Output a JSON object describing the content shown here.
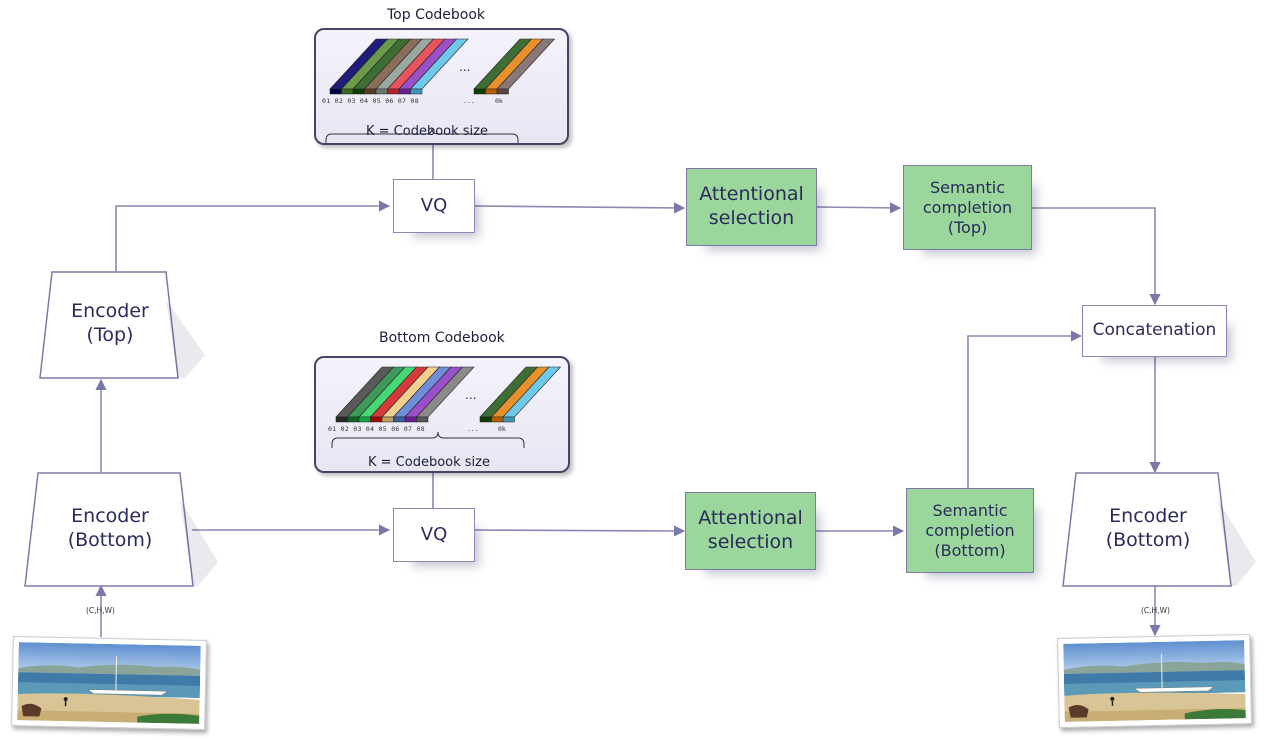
{
  "codebooks": {
    "top": {
      "title": "Top Codebook",
      "size_label": "K = Codebook size",
      "ids": "01 02 03 04 05 06 07 08",
      "ellipsis": "...",
      "gap_dots": "...",
      "last_id": "0k",
      "colors": [
        "#1f1c7a",
        "#6a9a4a",
        "#3e6e34",
        "#8a6e5a",
        "#9aa8a0",
        "#e8545e",
        "#9a50c8",
        "#6ec8ea"
      ],
      "last_colors": [
        "#3e6e34",
        "#e8902c",
        "#8a7878"
      ]
    },
    "bottom": {
      "title": "Bottom Codebook",
      "size_label": "K = Codebook size",
      "ids": "01 02 03 04 05 06 07 08",
      "ellipsis": "...",
      "gap_dots": "...",
      "last_id": "0k",
      "colors": [
        "#5a5a5a",
        "#3e9a5a",
        "#46d874",
        "#d83a3a",
        "#f0d090",
        "#6e8ed8",
        "#9a50c8",
        "#8a8a8a"
      ],
      "last_colors": [
        "#3e6e34",
        "#e8902c",
        "#6ec8ea"
      ]
    }
  },
  "nodes": {
    "vq_top": "VQ",
    "vq_bottom": "VQ",
    "attn_top": "Attentional selection",
    "attn_bottom": "Attentional selection",
    "sem_top": "Semantic completion (Top)",
    "sem_bottom": "Semantic completion (Bottom)",
    "concat": "Concatenation",
    "enc_top": "Encoder (Top)",
    "enc_bottom": "Encoder (Bottom)",
    "dec_bottom": "Encoder (Bottom)"
  },
  "dims": {
    "input": "(C,H,W)",
    "output": "(C,H,W)"
  }
}
